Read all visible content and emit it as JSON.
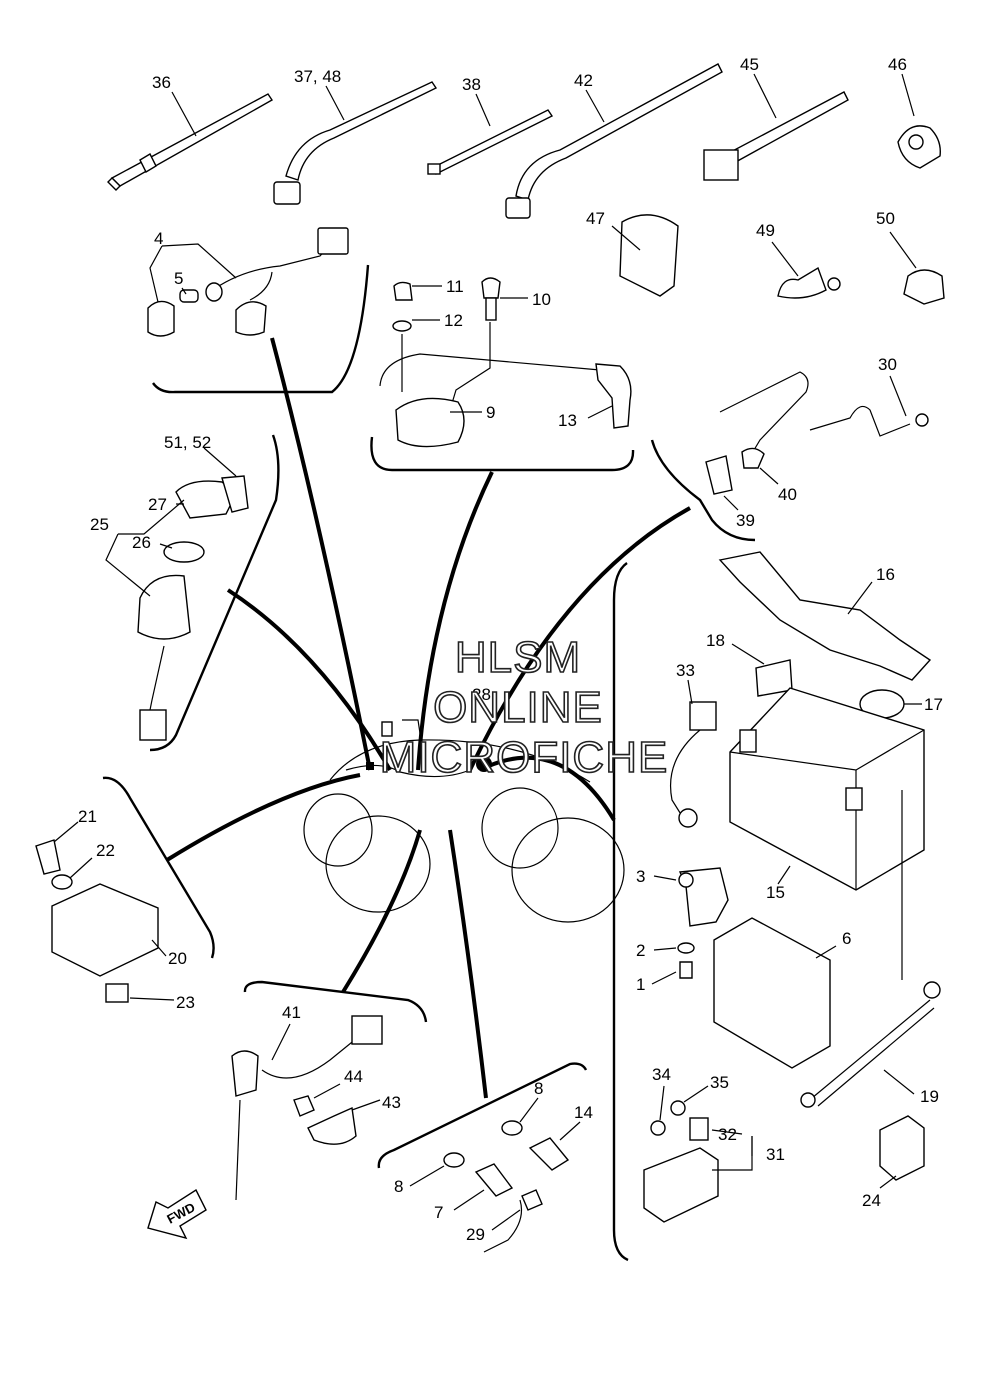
{
  "watermark": {
    "line1": "HLSM",
    "line2": "ONLINE",
    "line3": "MICROFICHE"
  },
  "direction_arrow": {
    "label": "FWD"
  },
  "callouts": {
    "c36": "36",
    "c37_48": "37, 48",
    "c38": "38",
    "c42": "42",
    "c45": "45",
    "c46": "46",
    "c4": "4",
    "c5": "5",
    "c11": "11",
    "c10": "10",
    "c12": "12",
    "c9": "9",
    "c13": "13",
    "c47": "47",
    "c49": "49",
    "c50": "50",
    "c30": "30",
    "c40": "40",
    "c39": "39",
    "c51_52": "51, 52",
    "c27": "27",
    "c25": "25",
    "c26": "26",
    "c16": "16",
    "c18": "18",
    "c33": "33",
    "c17": "17",
    "c28": "28",
    "c15": "15",
    "c21": "21",
    "c22": "22",
    "c20": "20",
    "c23": "23",
    "c3": "3",
    "c2": "2",
    "c1": "1",
    "c6": "6",
    "c19": "19",
    "c41": "41",
    "c44": "44",
    "c43": "43",
    "c8a": "8",
    "c14": "14",
    "c8b": "8",
    "c7": "7",
    "c29": "29",
    "c34": "34",
    "c35": "35",
    "c32": "32",
    "c31": "31",
    "c24": "24"
  },
  "colors": {
    "line": "#000000",
    "background": "#ffffff"
  }
}
